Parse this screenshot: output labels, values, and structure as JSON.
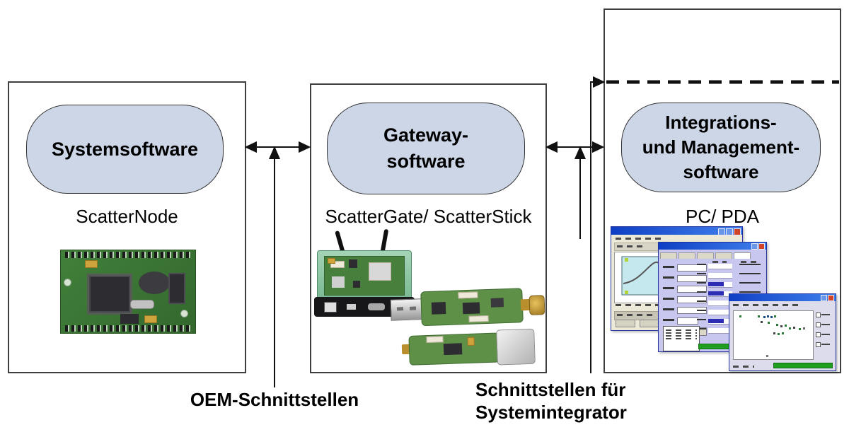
{
  "diagram": {
    "nodes": {
      "system": {
        "software": "Systemsoftware",
        "hardware": "ScatterNode"
      },
      "gateway": {
        "software_line1": "Gateway-",
        "software_line2": "software",
        "hardware": "ScatterGate/ ScatterStick"
      },
      "integration": {
        "software_line1": "Integrations-",
        "software_line2": "und Management-",
        "software_line3": "software",
        "hardware": "PC/ PDA"
      }
    },
    "interface_labels": {
      "oem": "OEM-Schnittstellen",
      "integrator_line1": "Schnittstellen für",
      "integrator_line2": "Systemintegrator"
    },
    "icons": {
      "system_photo": "scatternode-circuit-board-photo",
      "gateway_photo": "scattergate-device-and-scatterstick-photos",
      "integration_photo": "pc-software-screenshot-windows"
    },
    "colors": {
      "background": "#ffffff",
      "pill_fill": "#ccd6e7",
      "pill_border": "#333333",
      "box_border": "#3f3f3f",
      "connector": "#111111"
    }
  }
}
